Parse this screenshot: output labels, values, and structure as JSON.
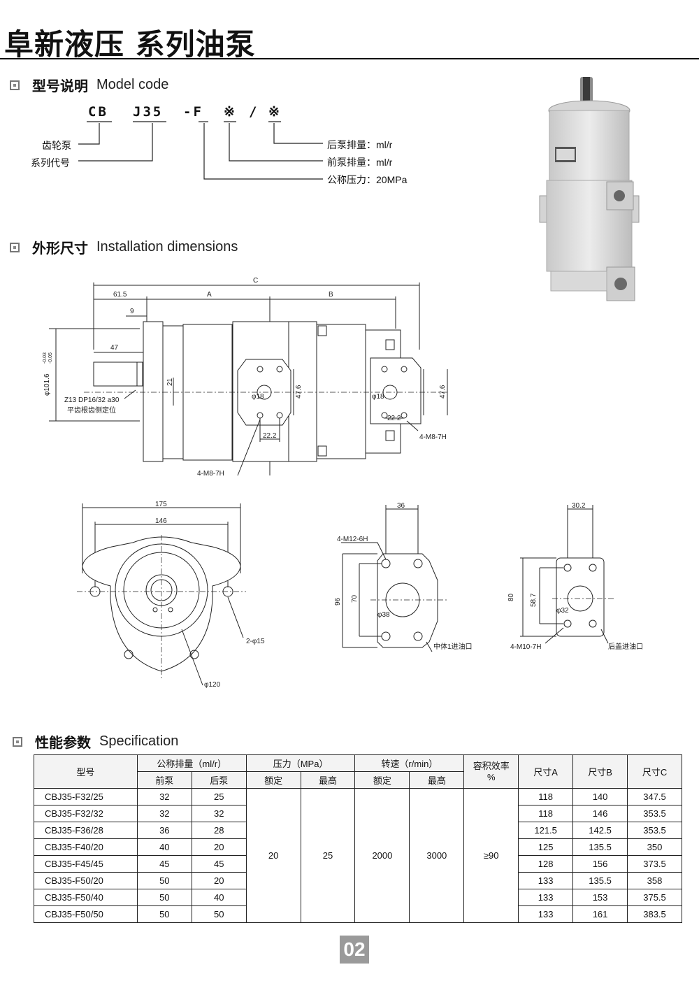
{
  "header": {
    "title": "阜新液压  系列油泵"
  },
  "model_code": {
    "heading_zh": "型号说明",
    "heading_en": "Model code",
    "parts": [
      "CB",
      "J35",
      "-F",
      "※",
      "/",
      "※"
    ],
    "left_labels": [
      "齿轮泵",
      "系列代号"
    ],
    "right_labels": [
      "后泵排量：ml/r",
      "前泵排量：ml/r",
      "公称压力：20MPa"
    ]
  },
  "dimensions": {
    "heading_zh": "外形尺寸",
    "heading_en": "Installation dimensions",
    "side_view": {
      "labels": [
        "C",
        "61.5",
        "A",
        "B",
        "9",
        "47",
        "φ101.6",
        "-0.03",
        "-0.05",
        "21",
        "Z13 DP16/32 a30",
        "平齿根齿侧定位",
        "φ18",
        "47.6",
        "22.2",
        "4-M8-7H",
        "φ18",
        "22.2",
        "47.6",
        "4-M8-7H"
      ]
    },
    "front_view": {
      "labels": [
        "175",
        "146",
        "2-φ15",
        "φ120"
      ]
    },
    "port_view_1": {
      "labels": [
        "36",
        "4-M12-6H",
        "96",
        "70",
        "φ38",
        "中体1进油口"
      ]
    },
    "port_view_2": {
      "labels": [
        "30.2",
        "80",
        "58.7",
        "φ32",
        "4-M10-7H",
        "后盖进油口"
      ]
    }
  },
  "specification": {
    "heading_zh": "性能参数",
    "heading_en": "Specification",
    "headers": {
      "model": "型号",
      "displacement": "公称排量（ml/r）",
      "front": "前泵",
      "rear": "后泵",
      "pressure": "压力（MPa）",
      "rated": "额定",
      "max": "最高",
      "speed": "转速（r/min）",
      "speed_rated": "额定",
      "speed_max": "最高",
      "efficiency": "容积效率\n%",
      "dim_a": "尺寸A",
      "dim_b": "尺寸B",
      "dim_c": "尺寸C"
    },
    "shared": {
      "pressure_rated": "20",
      "pressure_max": "25",
      "speed_rated": "2000",
      "speed_max": "3000",
      "efficiency": "≥90"
    },
    "rows": [
      {
        "model": "CBJ35-F32/25",
        "front": "32",
        "rear": "25",
        "a": "118",
        "b": "140",
        "c": "347.5"
      },
      {
        "model": "CBJ35-F32/32",
        "front": "32",
        "rear": "32",
        "a": "118",
        "b": "146",
        "c": "353.5"
      },
      {
        "model": "CBJ35-F36/28",
        "front": "36",
        "rear": "28",
        "a": "121.5",
        "b": "142.5",
        "c": "353.5"
      },
      {
        "model": "CBJ35-F40/20",
        "front": "40",
        "rear": "20",
        "a": "125",
        "b": "135.5",
        "c": "350"
      },
      {
        "model": "CBJ35-F45/45",
        "front": "45",
        "rear": "45",
        "a": "128",
        "b": "156",
        "c": "373.5"
      },
      {
        "model": "CBJ35-F50/20",
        "front": "50",
        "rear": "20",
        "a": "133",
        "b": "135.5",
        "c": "358"
      },
      {
        "model": "CBJ35-F50/40",
        "front": "50",
        "rear": "40",
        "a": "133",
        "b": "153",
        "c": "375.5"
      },
      {
        "model": "CBJ35-F50/50",
        "front": "50",
        "rear": "50",
        "a": "133",
        "b": "161",
        "c": "383.5"
      }
    ]
  },
  "footer": {
    "page_number": "02"
  }
}
